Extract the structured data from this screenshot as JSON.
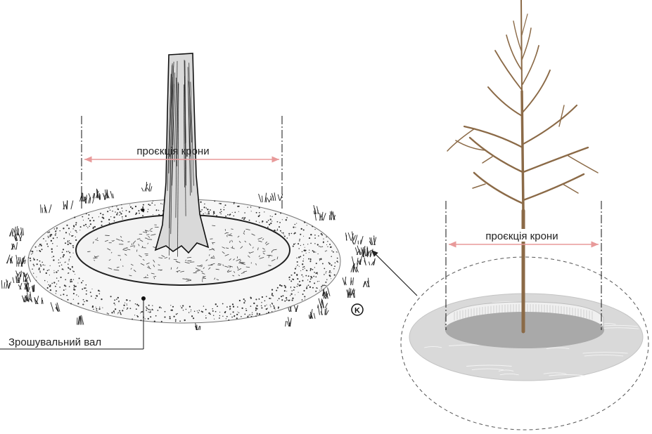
{
  "left_figure": {
    "crown_projection_label": "проєкція крони",
    "berm_label": "Зрошувальний вал",
    "copyright_mark": "K"
  },
  "right_figure": {
    "crown_projection_label": "проєкція крони"
  },
  "colors": {
    "dimension_arrow": "#e89a9a",
    "tree_brown": "#8b6a47",
    "ink": "#1a1a1a",
    "disc_light": "#d9d9d9",
    "disc_dark": "#a9a9a9"
  }
}
